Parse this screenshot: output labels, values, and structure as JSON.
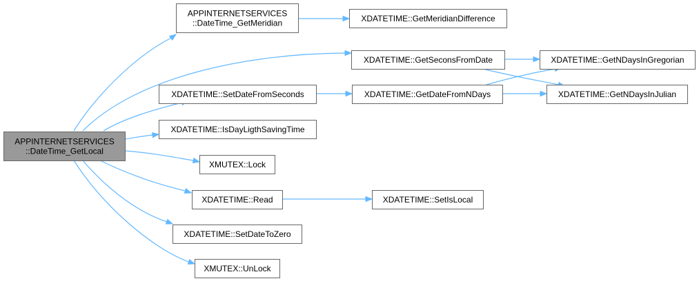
{
  "nodes": [
    {
      "id": "root",
      "lines": [
        "APPINTERNETSERVICES",
        "::DateTime_GetLocal"
      ],
      "root": true
    },
    {
      "id": "getmeridian",
      "lines": [
        "APPINTERNETSERVICES",
        "::DateTime_GetMeridian"
      ]
    },
    {
      "id": "meridiandiff",
      "lines": [
        "XDATETIME::GetMeridianDifference"
      ]
    },
    {
      "id": "seconsfromdate",
      "lines": [
        "XDATETIME::GetSeconsFromDate"
      ]
    },
    {
      "id": "ndaysgregorian",
      "lines": [
        "XDATETIME::GetNDaysInGregorian"
      ]
    },
    {
      "id": "setdatefromseconds",
      "lines": [
        "XDATETIME::SetDateFromSeconds"
      ]
    },
    {
      "id": "datefromndays",
      "lines": [
        "XDATETIME::GetDateFromNDays"
      ]
    },
    {
      "id": "ndaysjulian",
      "lines": [
        "XDATETIME::GetNDaysInJulian"
      ]
    },
    {
      "id": "isdaylight",
      "lines": [
        "XDATETIME::IsDayLigthSavingTime"
      ]
    },
    {
      "id": "lock",
      "lines": [
        "XMUTEX::Lock"
      ]
    },
    {
      "id": "read",
      "lines": [
        "XDATETIME::Read"
      ]
    },
    {
      "id": "setislocal",
      "lines": [
        "XDATETIME::SetIsLocal"
      ]
    },
    {
      "id": "setdatetozero",
      "lines": [
        "XDATETIME::SetDateToZero"
      ]
    },
    {
      "id": "unlock",
      "lines": [
        "XMUTEX::UnLock"
      ]
    }
  ],
  "edges": [
    {
      "from": "root",
      "to": "getmeridian"
    },
    {
      "from": "root",
      "to": "seconsfromdate"
    },
    {
      "from": "root",
      "to": "setdatefromseconds"
    },
    {
      "from": "root",
      "to": "isdaylight"
    },
    {
      "from": "root",
      "to": "lock"
    },
    {
      "from": "root",
      "to": "read"
    },
    {
      "from": "root",
      "to": "setdatetozero"
    },
    {
      "from": "root",
      "to": "unlock"
    },
    {
      "from": "getmeridian",
      "to": "meridiandiff"
    },
    {
      "from": "seconsfromdate",
      "to": "ndaysgregorian"
    },
    {
      "from": "seconsfromdate",
      "to": "ndaysjulian"
    },
    {
      "from": "setdatefromseconds",
      "to": "datefromndays"
    },
    {
      "from": "datefromndays",
      "to": "ndaysgregorian"
    },
    {
      "from": "datefromndays",
      "to": "ndaysjulian"
    },
    {
      "from": "read",
      "to": "setislocal"
    }
  ],
  "colors": {
    "edge": "#63b8ff",
    "node_border": "#666666",
    "root_fill": "#999999",
    "node_fill": "#ffffff"
  }
}
